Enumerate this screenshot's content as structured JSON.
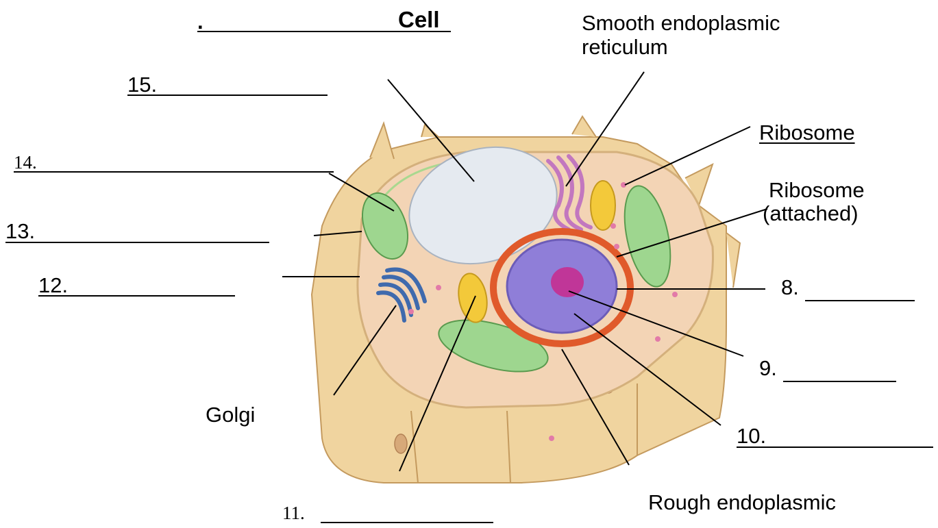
{
  "title": {
    "prefix": ".",
    "word": "Cell"
  },
  "labels": {
    "smooth_er": [
      "Smooth endoplasmic",
      "reticulum"
    ],
    "ribosome": "Ribosome",
    "ribosome_attached": [
      "Ribosome",
      "(attached)"
    ],
    "golgi": "Golgi",
    "rough_er": "Rough endoplasmic"
  },
  "blanks": {
    "b15": "15.",
    "b14": "14.",
    "b13": "13.",
    "b12": "12.",
    "b8": "8.",
    "b9": "9.",
    "b10": "10.",
    "b11": "11."
  },
  "colors": {
    "cell_wall": "#f2d7a6",
    "cytoplasm": "#f3d3b4",
    "vacuole": "#e6ebf0",
    "chloroplast": "#9fd88f",
    "golgi": "#5f86c6",
    "smooth_er": "#c77bc4",
    "mitochondrion": "#f3c93a",
    "nucleus": "#8d7bd6",
    "nucleolus": "#c2379a",
    "rough_er": "#e5602f"
  }
}
